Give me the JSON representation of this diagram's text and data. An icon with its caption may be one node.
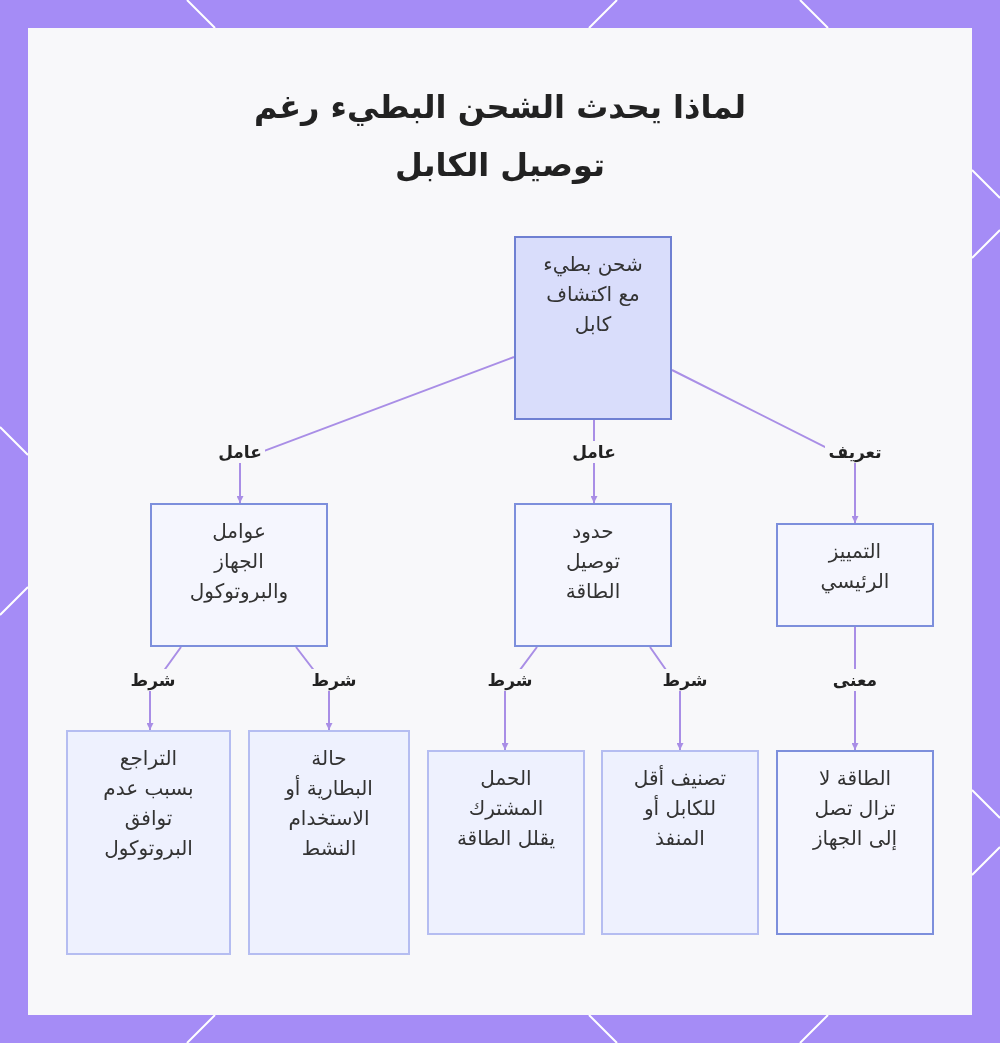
{
  "diagram": {
    "title": "لماذا يحدث الشحن البطيء رغم توصيل الكابل",
    "nodes": [
      {
        "text": [
          "شحن بطيء مع اكتشاف كابل"
        ]
      },
      {
        "text": [
          "عوامل الجهاز والبروتوكول"
        ]
      },
      {
        "text": [
          "حدود توصيل الطاقة"
        ]
      },
      {
        "text": [
          "التمييز الرئيسي"
        ]
      },
      {
        "text": [
          "التراجع بسبب عدم توافق البروتوكول"
        ]
      },
      {
        "text": [
          "حالة البطارية أو الاستخدام النشط"
        ]
      },
      {
        "text": [
          "الحمل المشترك يقلل الطاقة"
        ]
      },
      {
        "text": [
          "تصنيف أقل للكابل أو المنفذ"
        ]
      },
      {
        "text": [
          "الطاقة لا تزال تصل إلى الجهاز"
        ]
      }
    ],
    "edges": [
      {
        "from": 0,
        "to": 1,
        "arrow": "to",
        "label": "عامل"
      },
      {
        "from": 0,
        "to": 2,
        "arrow": "to",
        "label": "عامل"
      },
      {
        "from": 0,
        "to": 3,
        "arrow": "to",
        "label": "تعريف"
      },
      {
        "from": 1,
        "to": 4,
        "arrow": "to",
        "label": "شرط"
      },
      {
        "from": 1,
        "to": 5,
        "arrow": "to",
        "label": "شرط"
      },
      {
        "from": 2,
        "to": 6,
        "arrow": "to",
        "label": "شرط"
      },
      {
        "from": 2,
        "to": 7,
        "arrow": "to",
        "label": "شرط"
      },
      {
        "from": 3,
        "to": 8,
        "arrow": "to",
        "label": "معنى"
      }
    ]
  }
}
